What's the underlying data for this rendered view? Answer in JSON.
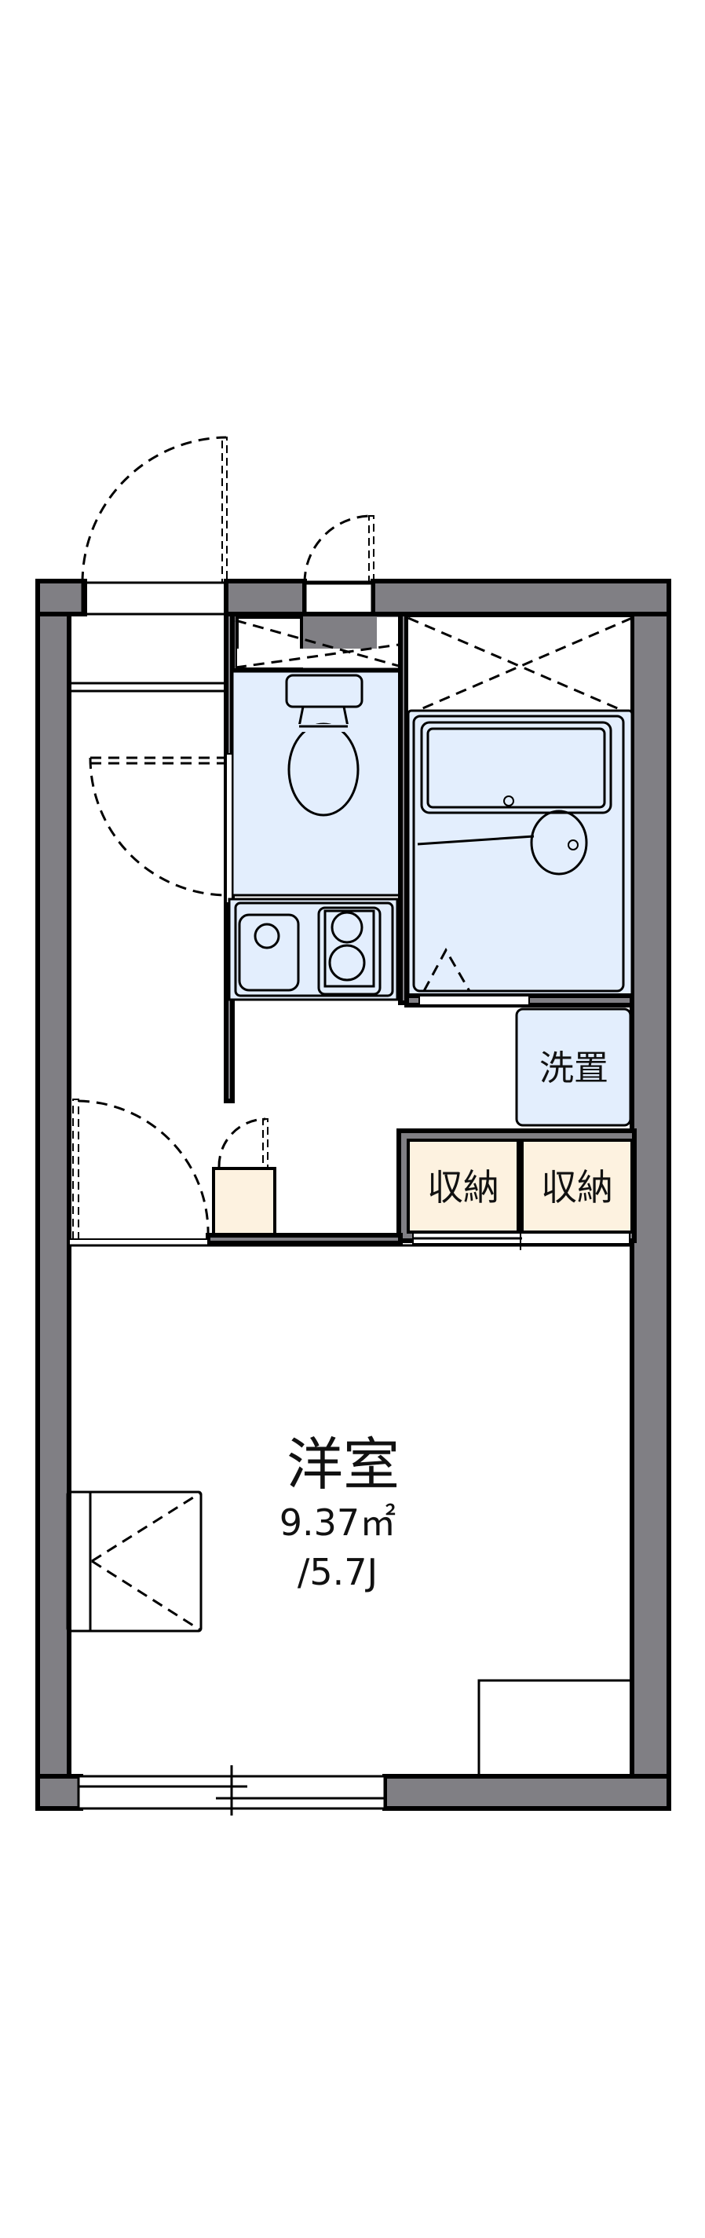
{
  "floorplan": {
    "colors": {
      "wall": "#807f84",
      "wet_area": "#e3eefd",
      "storage": "#fdf2e0",
      "background": "#ffffff",
      "line": "#000000"
    },
    "rooms": {
      "main_room": {
        "label": "洋室",
        "area": "9.37㎡",
        "tatami": "/5.7J"
      },
      "washer": {
        "label": "洗置"
      },
      "closet_left": {
        "label": "収納"
      },
      "closet_right": {
        "label": "収納"
      }
    },
    "fixtures": [
      "toilet",
      "bathtub",
      "kitchen-sink",
      "two-burner-stove",
      "shoe-cabinet",
      "washing-machine-space"
    ]
  }
}
